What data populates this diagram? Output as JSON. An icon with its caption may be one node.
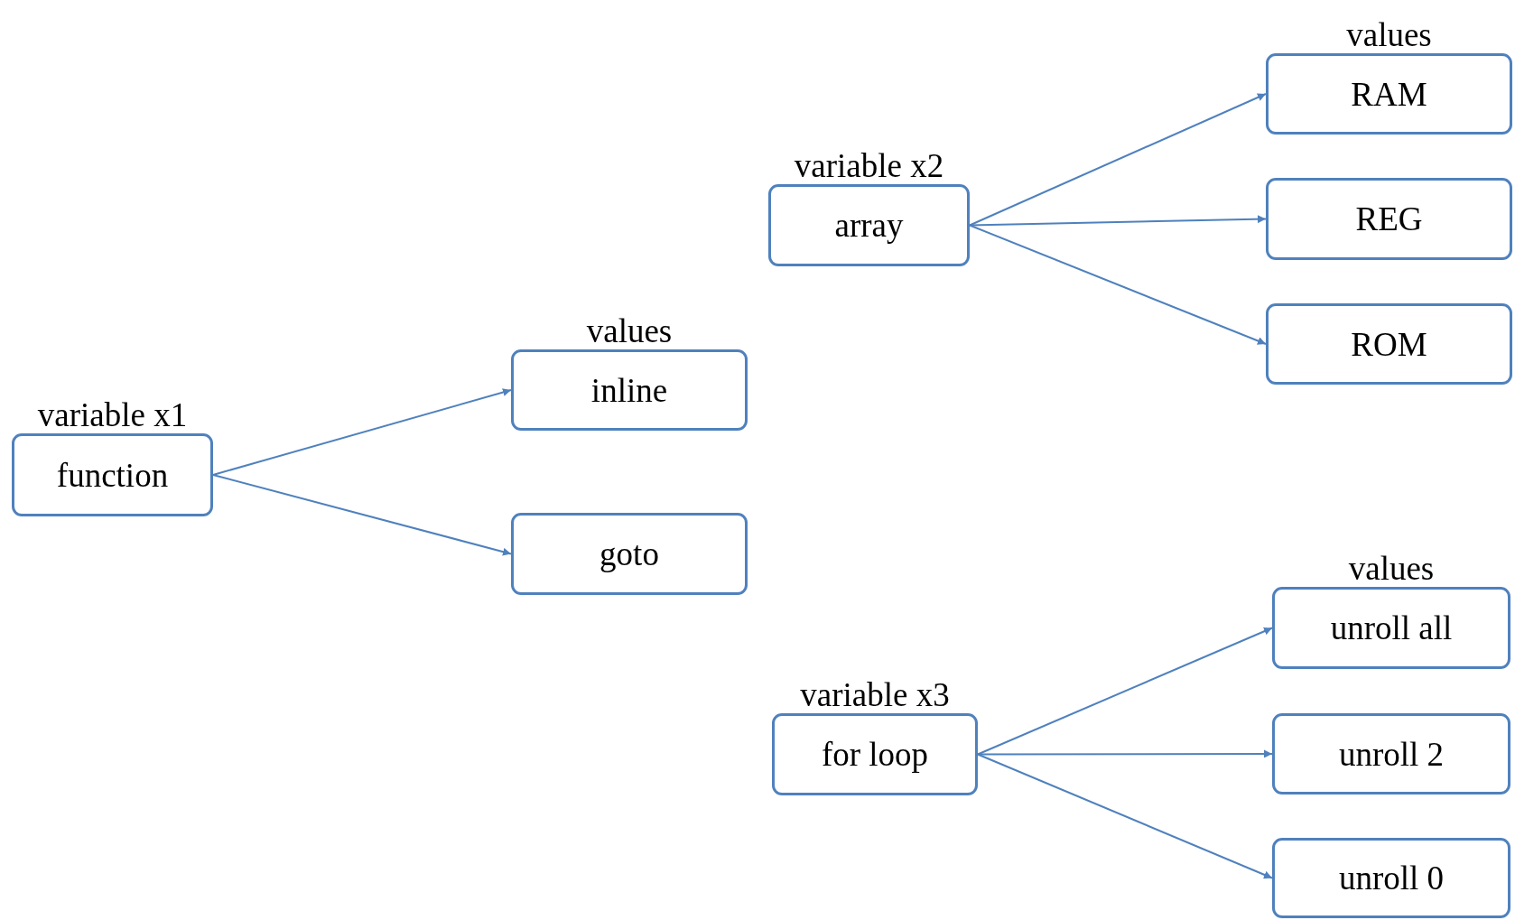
{
  "diagram": {
    "nodes": [
      {
        "text": [
          "variable x1",
          "function"
        ]
      },
      {
        "text": [
          "values",
          "inline"
        ]
      },
      {
        "text": [
          "goto"
        ]
      },
      {
        "text": [
          "variable x2",
          "array"
        ]
      },
      {
        "text": [
          "values",
          "RAM"
        ]
      },
      {
        "text": [
          "REG"
        ]
      },
      {
        "text": [
          "ROM"
        ]
      },
      {
        "text": [
          "variable x3",
          "for loop"
        ]
      },
      {
        "text": [
          "values",
          "unroll all"
        ]
      },
      {
        "text": [
          "unroll 2"
        ]
      },
      {
        "text": [
          "unroll 0"
        ]
      }
    ],
    "edges": [
      {
        "from": 0,
        "to": 1,
        "arrow": "to"
      },
      {
        "from": 0,
        "to": 2,
        "arrow": "to"
      },
      {
        "from": 3,
        "to": 4,
        "arrow": "to"
      },
      {
        "from": 3,
        "to": 5,
        "arrow": "to"
      },
      {
        "from": 3,
        "to": 6,
        "arrow": "to"
      },
      {
        "from": 7,
        "to": 8,
        "arrow": "to"
      },
      {
        "from": 7,
        "to": 9,
        "arrow": "to"
      },
      {
        "from": 7,
        "to": 10,
        "arrow": "to"
      }
    ]
  }
}
